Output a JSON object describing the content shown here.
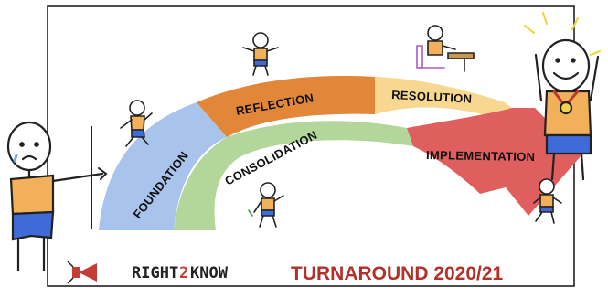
{
  "diagram": {
    "stages": [
      {
        "label": "FOUNDATION",
        "color": "#a9c4ec"
      },
      {
        "label": "REFLECTION",
        "color": "#e2873a"
      },
      {
        "label": "RESOLUTION",
        "color": "#f8d890"
      },
      {
        "label": "CONSOLIDATION",
        "color": "#b3d69b"
      },
      {
        "label": "IMPLEMENTATION",
        "color": "#de5f5d"
      }
    ]
  },
  "banner": {
    "brand_left": "RIGHT",
    "brand_mid": "2",
    "brand_right": "KNOW",
    "title": "TURNAROUND 2020/21",
    "title_color": "#b1322a"
  },
  "figures": [
    "sad-stick-figure",
    "happy-medal-stick-figure",
    "running-stick-figure",
    "jumping-stick-figure",
    "thinking-stick-figure",
    "desk-working-stick-figure",
    "walking-stick-figure"
  ]
}
